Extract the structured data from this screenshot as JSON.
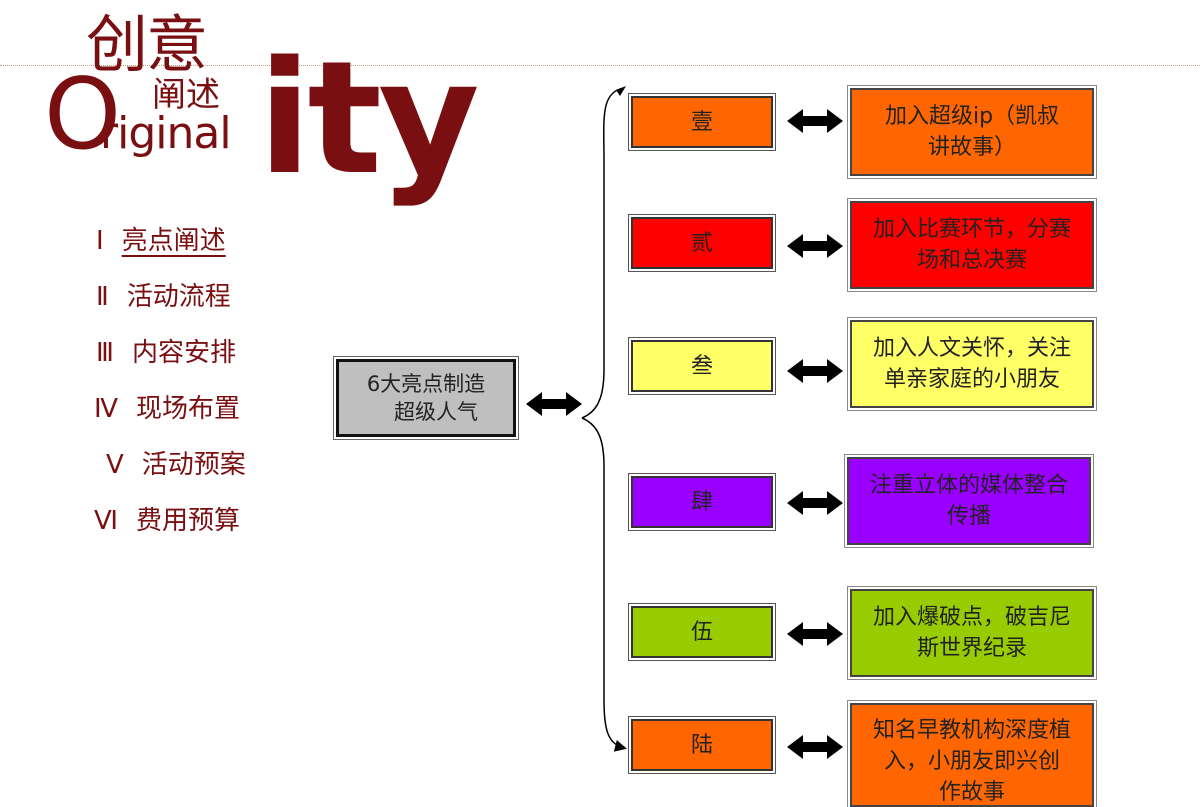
{
  "logo": {
    "cn_top": "创意",
    "letter_o": "O",
    "cn_mid": "阐述",
    "letters_riginal": "riginal",
    "letters_ity": "ity"
  },
  "menu": [
    {
      "num": "Ⅰ",
      "label": "亮点阐述",
      "active": true
    },
    {
      "num": "Ⅱ",
      "label": "活动流程",
      "active": false
    },
    {
      "num": "Ⅲ",
      "label": "内容安排",
      "active": false
    },
    {
      "num": "Ⅳ",
      "label": "现场布置",
      "active": false
    },
    {
      "num": "Ⅴ",
      "label": "活动预案",
      "active": false
    },
    {
      "num": "Ⅵ",
      "label": "费用预算",
      "active": false
    }
  ],
  "center": {
    "line1": "6大亮点制造",
    "line2": "超级人气"
  },
  "highlights": [
    {
      "label": "壹",
      "desc_line1": "加入超级ip（凯叔",
      "desc_line2": "讲故事）",
      "desc_line3": "",
      "label_color": "#ff6600",
      "desc_color": "#ff6600"
    },
    {
      "label": "贰",
      "desc_line1": "加入比赛环节，分赛",
      "desc_line2": "场和总决赛",
      "desc_line3": "",
      "label_color": "#ff0000",
      "desc_color": "#ff0000"
    },
    {
      "label": "叁",
      "desc_line1": "加入人文关怀，关注",
      "desc_line2": "单亲家庭的小朋友",
      "desc_line3": "",
      "label_color": "#ffff66",
      "desc_color": "#ffff66"
    },
    {
      "label": "肆",
      "desc_line1": "注重立体的媒体整合",
      "desc_line2": "传播",
      "desc_line3": "",
      "label_color": "#9900ff",
      "desc_color": "#9900ff"
    },
    {
      "label": "伍",
      "desc_line1": "加入爆破点，破吉尼",
      "desc_line2": "斯世界纪录",
      "desc_line3": "",
      "label_color": "#99cc00",
      "desc_color": "#99cc00"
    },
    {
      "label": "陆",
      "desc_line1": "知名早教机构深度植",
      "desc_line2": "入，小朋友即兴创",
      "desc_line3": "作故事",
      "label_color": "#ff6600",
      "desc_color": "#ff6600"
    }
  ]
}
